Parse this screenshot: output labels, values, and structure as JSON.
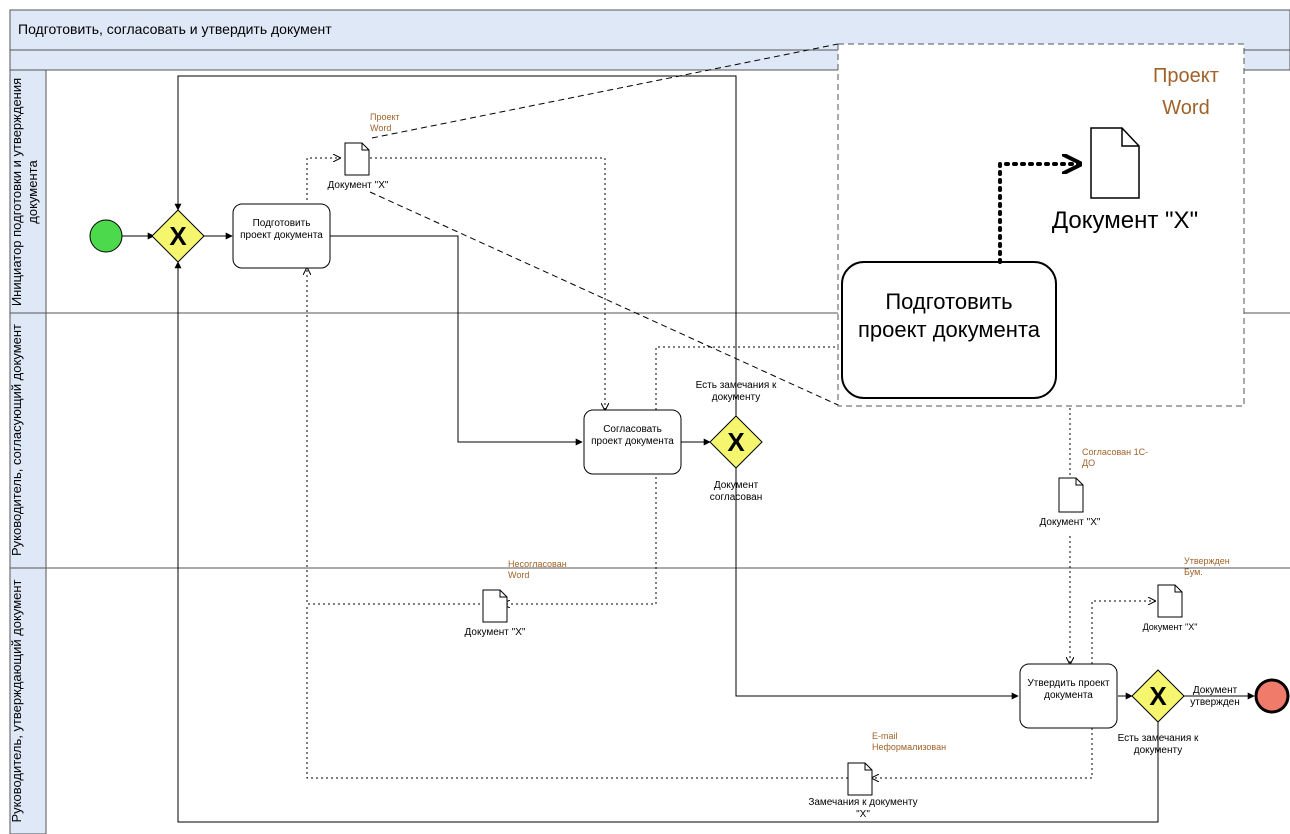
{
  "pool": {
    "title": "Подготовить, согласовать и утвердить документ"
  },
  "lanes": [
    {
      "label": "Инициатор подготовки и утверждения документа"
    },
    {
      "label": "Руководитель, согласующий документ"
    },
    {
      "label": "Руководитель, утверждающий документ"
    }
  ],
  "tasks": {
    "prepare": "Подготовить проект документа",
    "agree": "Согласовать проект документа",
    "approve": "Утвердить проект документа"
  },
  "gateways": {
    "marker": "X",
    "agree_top_label": "Есть замечания к документу",
    "agree_bottom_label": "Документ согласован",
    "approve_right_label": "Документ утвержден",
    "approve_bottom_label": "Есть замечания к документу"
  },
  "documents": {
    "doc1": {
      "name": "Документ \"X\"",
      "state": "Проект Word"
    },
    "doc2": {
      "name": "Документ \"X\"",
      "state": "Несогласован Word"
    },
    "doc3": {
      "name": "Документ \"X\"",
      "state": "Согласован 1С-ДО"
    },
    "doc4": {
      "name": "Документ \"X\"",
      "state": "Утвержден Бум."
    },
    "doc5": {
      "name": "Замечания к документу \"X\"",
      "state": "E-mail Неформализован"
    }
  },
  "legend": {
    "state": "Проект Word",
    "doc_name": "Документ \"X\"",
    "task": "Подготовить проект документа"
  },
  "colors": {
    "start_event": "#4cd94c",
    "end_event": "#f07b6a",
    "gateway_fill": "#f5f56e",
    "pool_header": "#dfe8f6",
    "state_text": "#a0622a"
  }
}
